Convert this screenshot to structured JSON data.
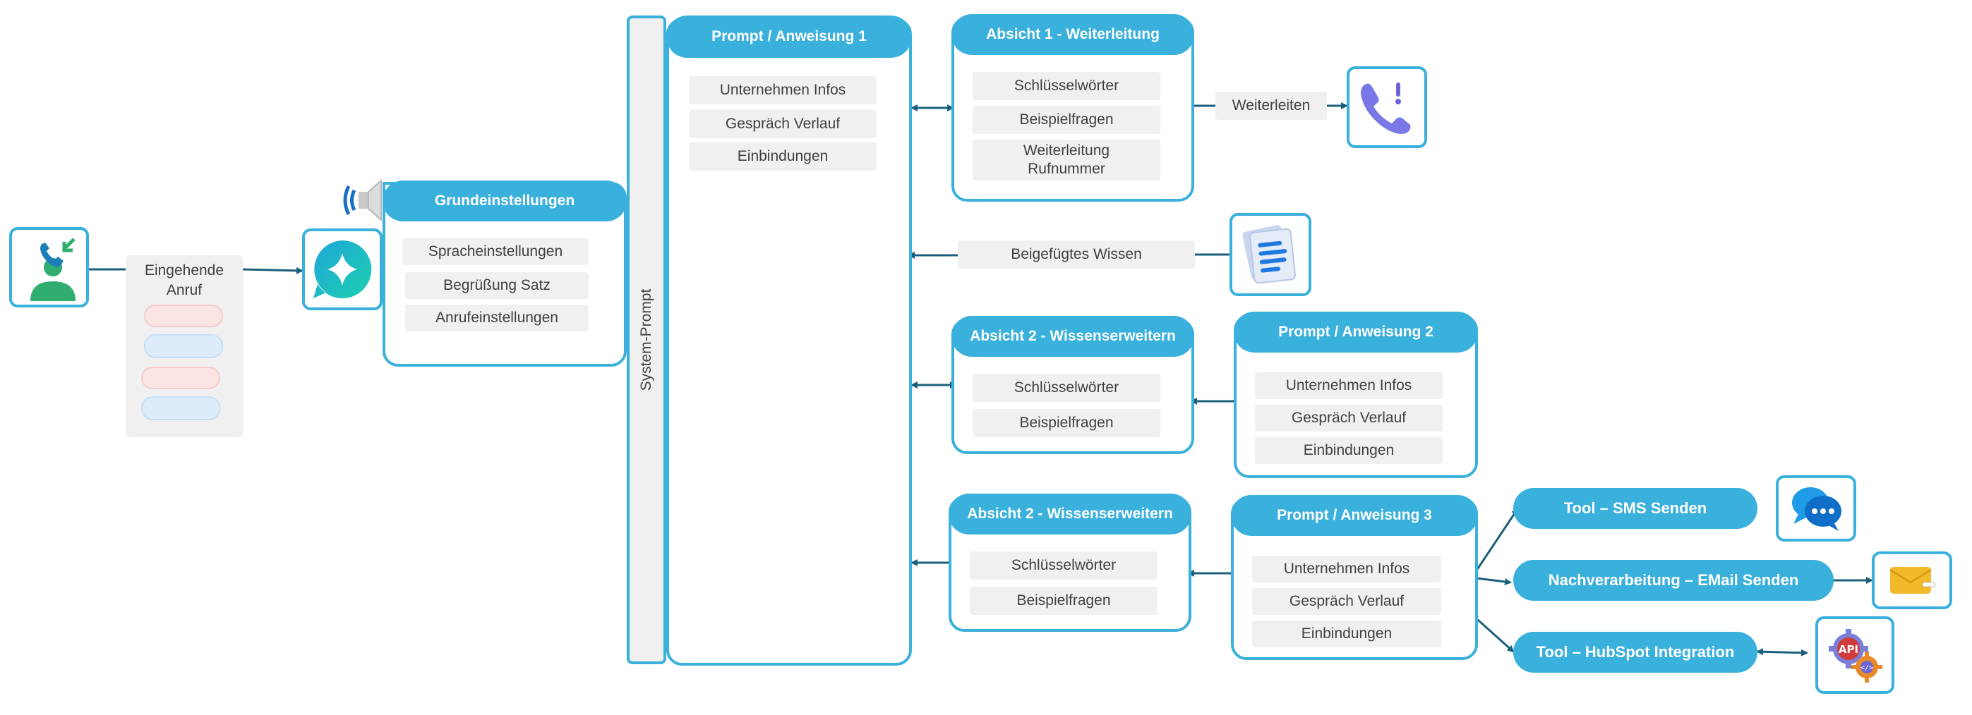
{
  "caller_box": {
    "label_line1": "Eingehende",
    "label_line2": "Anruf"
  },
  "settings": {
    "title": "Grundeinstellungen",
    "items": [
      "Spracheinstellungen",
      "Begrüßung Satz",
      "Anrufeinstellungen"
    ]
  },
  "system_prompt": {
    "label": "System-Prompt"
  },
  "prompt1": {
    "title": "Prompt / Anweisung 1",
    "items": [
      "Unternehmen Infos",
      "Gespräch Verlauf",
      "Einbindungen"
    ]
  },
  "intent1": {
    "title": "Absicht 1 - Weiterleitung",
    "items": [
      "Schlüsselwörter",
      "Beispielfragen",
      "Weiterleitung Rufnummer"
    ]
  },
  "forward": {
    "label": "Weiterleiten"
  },
  "knowledge": {
    "label": "Beigefügtes Wissen"
  },
  "intent2": {
    "title": "Absicht 2 - Wissenserweitern",
    "items": [
      "Schlüsselwörter",
      "Beispielfragen"
    ]
  },
  "prompt2": {
    "title": "Prompt / Anweisung 2",
    "items": [
      "Unternehmen Infos",
      "Gespräch Verlauf",
      "Einbindungen"
    ]
  },
  "intent3": {
    "title": "Absicht 2 - Wissenserweitern",
    "items": [
      "Schlüsselwörter",
      "Beispielfragen"
    ]
  },
  "prompt3": {
    "title": "Prompt / Anweisung 3",
    "items": [
      "Unternehmen Infos",
      "Gespräch Verlauf",
      "Einbindungen"
    ]
  },
  "tools": {
    "sms": "Tool – SMS Senden",
    "email": "Nachverarbeitung – EMail Senden",
    "hubspot": "Tool – HubSpot Integration"
  },
  "icons": {
    "caller": "incoming-call-person-icon",
    "agent": "ai-agent-logo-icon",
    "speaker": "speaker-icon",
    "phone": "phone-alert-icon",
    "docs": "documents-icon",
    "chat": "chat-bubbles-icon",
    "mail": "envelope-icon",
    "api": "api-gear-icon"
  },
  "colors": {
    "accent": "#3ab0dc",
    "arrow": "#1b5f7a",
    "item_bg": "#f0f0f0"
  }
}
